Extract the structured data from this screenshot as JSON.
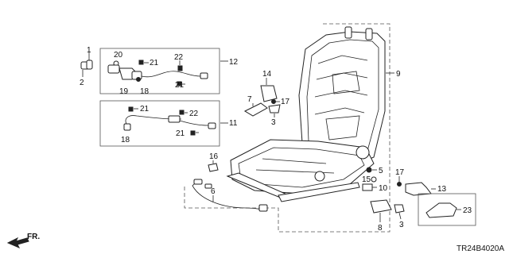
{
  "callouts": {
    "c1": "1",
    "c2": "2",
    "c3a": "3",
    "c3b": "3",
    "c5": "5",
    "c6": "6",
    "c7": "7",
    "c8": "8",
    "c9": "9",
    "c10": "10",
    "c11": "11",
    "c12": "12",
    "c13": "13",
    "c14": "14",
    "c15": "15",
    "c16": "16",
    "c17a": "17",
    "c17b": "17",
    "c18a": "18",
    "c18b": "18",
    "c19": "19",
    "c20": "20",
    "c21a": "21",
    "c21b": "21",
    "c21c": "21",
    "c21d": "21",
    "c22a": "22",
    "c22b": "22",
    "c23": "23"
  },
  "direction_label": "FR.",
  "diagram_code": "TR24B4020A"
}
